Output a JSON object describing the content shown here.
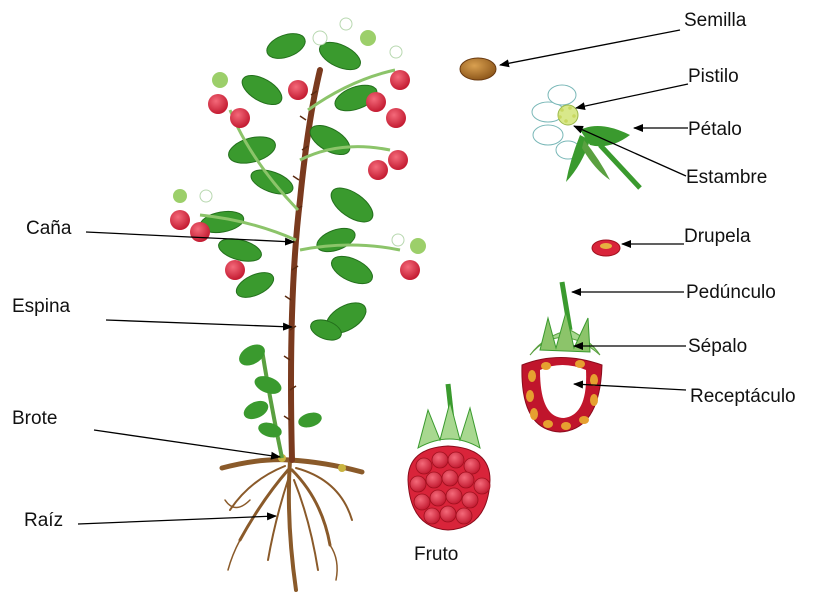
{
  "labels": {
    "semilla": "Semilla",
    "pistilo": "Pistilo",
    "petalo": "Pétalo",
    "estambre": "Estambre",
    "drupela": "Drupela",
    "pedunculo": "Pedúnculo",
    "sepalo": "Sépalo",
    "receptaculo": "Receptáculo",
    "cana": "Caña",
    "espina": "Espina",
    "brote": "Brote",
    "raiz": "Raíz",
    "fruto": "Fruto"
  },
  "colors": {
    "leaf": "#3a9a2e",
    "leaf_dark": "#23701c",
    "stem": "#7a3a1e",
    "berry": "#d9243a",
    "root": "#8a5a2a",
    "seed": "#a66b2a",
    "sepal": "#8cc46a"
  }
}
